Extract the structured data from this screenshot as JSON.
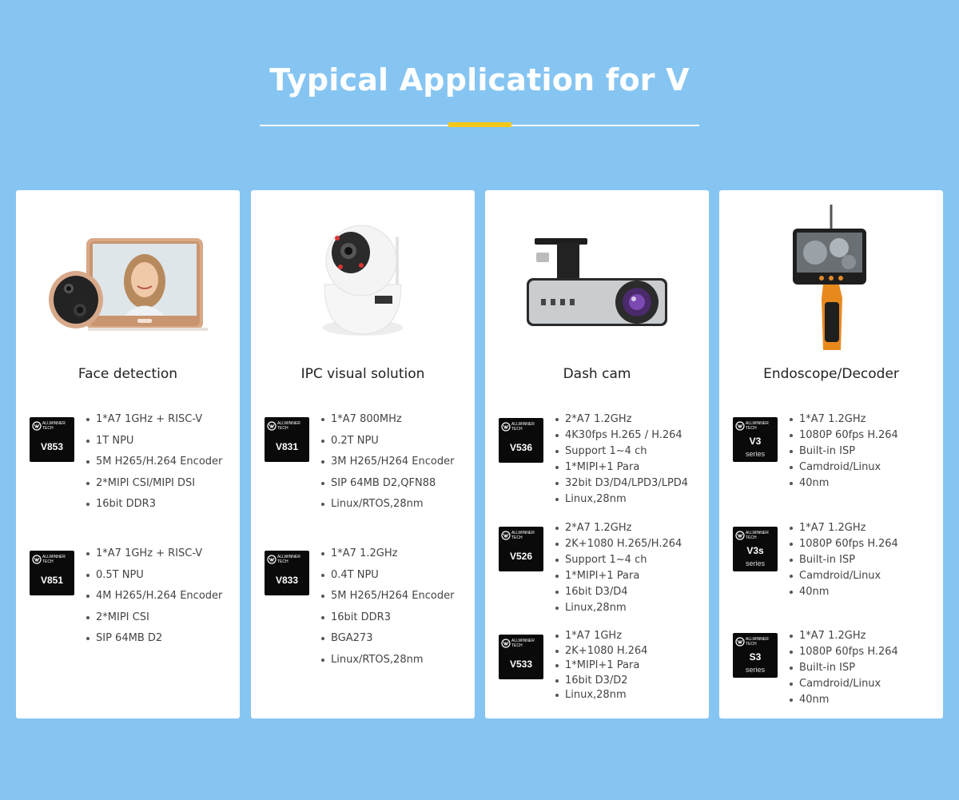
{
  "page": {
    "title": "Typical Application for V",
    "accent_color": "#f5c71a",
    "background_color": "#86c5f2"
  },
  "chip_logo": "ALLWINNER TECH",
  "cards": [
    {
      "title": "Face detection",
      "image": "smart-doorbell-with-display-image",
      "chips": [
        {
          "model": "V853",
          "specs": [
            "1*A7 1GHz + RISC-V",
            "1T NPU",
            "5M H265/H.264 Encoder",
            "2*MIPI CSI/MIPI DSI",
            "16bit DDR3"
          ]
        },
        {
          "model": "V851",
          "specs": [
            "1*A7 1GHz + RISC-V",
            "0.5T NPU",
            "4M H265/H.264 Encoder",
            "2*MIPI CSI",
            "SIP 64MB D2"
          ]
        }
      ]
    },
    {
      "title": "IPC visual solution",
      "image": "ip-camera-image",
      "chips": [
        {
          "model": "V831",
          "specs": [
            "1*A7 800MHz",
            "0.2T NPU",
            "3M H265/H264 Encoder",
            "SIP 64MB D2,QFN88",
            "Linux/RTOS,28nm"
          ]
        },
        {
          "model": "V833",
          "specs": [
            "1*A7 1.2GHz",
            "0.4T NPU",
            "5M H265/H264 Encoder",
            "16bit DDR3",
            "BGA273",
            "Linux/RTOS,28nm"
          ]
        }
      ]
    },
    {
      "title": "Dash cam",
      "image": "dash-cam-image",
      "chips": [
        {
          "model": "V536",
          "specs": [
            "2*A7 1.2GHz",
            "4K30fps H.265 / H.264",
            "Support 1~4 ch",
            "1*MIPI+1 Para",
            "32bit D3/D4/LPD3/LPD4",
            "Linux,28nm"
          ]
        },
        {
          "model": "V526",
          "specs": [
            "2*A7 1.2GHz",
            "2K+1080 H.265/H.264",
            "Support 1~4 ch",
            "1*MIPI+1 Para",
            "16bit D3/D4",
            "Linux,28nm"
          ]
        },
        {
          "model": "V533",
          "specs": [
            "1*A7 1GHz",
            "2K+1080 H.264",
            "1*MIPI+1 Para",
            "16bit D3/D2",
            "Linux,28nm"
          ]
        }
      ]
    },
    {
      "title": "Endoscope/Decoder",
      "image": "endoscope-image",
      "chips": [
        {
          "model": "V3",
          "series": "series",
          "specs": [
            "1*A7 1.2GHz",
            "1080P 60fps H.264",
            "Built-in ISP",
            "Camdroid/Linux",
            "40nm"
          ]
        },
        {
          "model": "V3s",
          "series": "series",
          "specs": [
            "1*A7 1.2GHz",
            "1080P 60fps H.264",
            "Built-in ISP",
            "Camdroid/Linux",
            "40nm"
          ]
        },
        {
          "model": "S3",
          "series": "series",
          "specs": [
            "1*A7 1.2GHz",
            "1080P 60fps H.264",
            "Built-in ISP",
            "Camdroid/Linux",
            "40nm"
          ]
        }
      ]
    }
  ]
}
